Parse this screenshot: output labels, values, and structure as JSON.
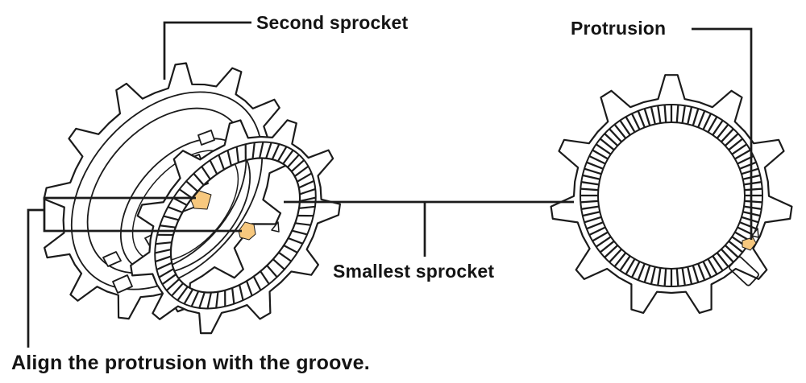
{
  "figure": {
    "background_color": "#ffffff",
    "line_color": "#1b1b1b",
    "text_color": "#141414",
    "highlight_color": "#f7c87e"
  },
  "labels": {
    "second_sprocket": "Second sprocket",
    "protrusion": "Protrusion",
    "smallest_sprocket": "Smallest sprocket",
    "caption": "Align the protrusion with the groove."
  },
  "parts": {
    "second_sprocket_teeth": 13,
    "smallest_sprocket_teeth": 11
  }
}
